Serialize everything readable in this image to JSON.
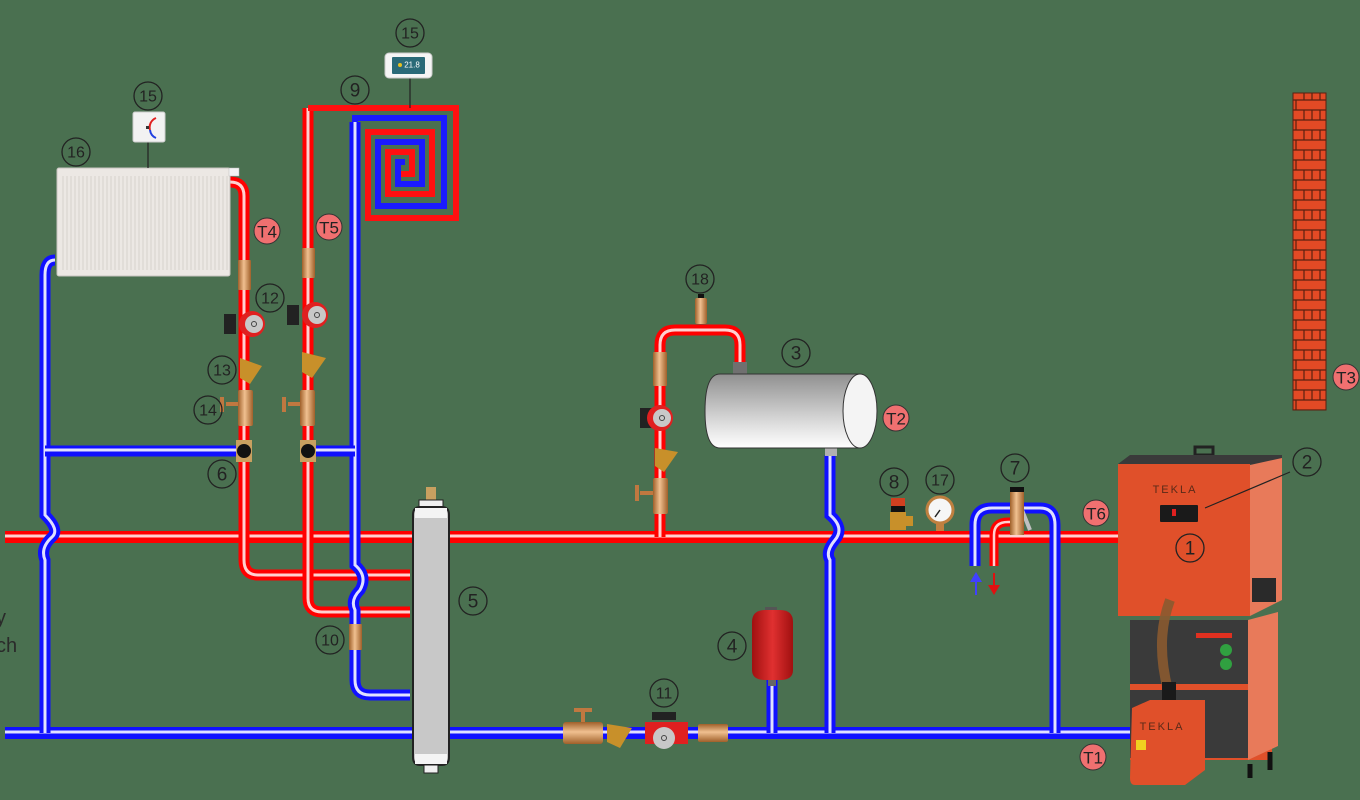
{
  "diagram": {
    "title": "Boiler heating system schematic",
    "side_text": {
      "line1": "y",
      "line2": "ch"
    },
    "colors": {
      "background": "#4a7050",
      "supply_pipe": "#ff1010",
      "return_pipe": "#1a1aff",
      "boiler": "#e0502a",
      "brass": "#c8894a",
      "sensor_badge": "#f07070",
      "wall": "#e34a25"
    },
    "components": [
      {
        "id": "1",
        "label": "1",
        "name": "Pellet boiler"
      },
      {
        "id": "2",
        "label": "2",
        "name": "Boiler controller"
      },
      {
        "id": "3",
        "label": "3",
        "name": "Hot water tank"
      },
      {
        "id": "4",
        "label": "4",
        "name": "Expansion vessel"
      },
      {
        "id": "5",
        "label": "5",
        "name": "Hydraulic separator"
      },
      {
        "id": "6",
        "label": "6",
        "name": "Three-way mixing valve"
      },
      {
        "id": "7",
        "label": "7",
        "name": "Thermal valve"
      },
      {
        "id": "8",
        "label": "8",
        "name": "Safety valve"
      },
      {
        "id": "9",
        "label": "9",
        "name": "Underfloor heating loop"
      },
      {
        "id": "10",
        "label": "10",
        "name": "Check valve"
      },
      {
        "id": "11",
        "label": "11",
        "name": "Boiler circulation pump"
      },
      {
        "id": "12",
        "label": "12",
        "name": "Circulation pump"
      },
      {
        "id": "13",
        "label": "13",
        "name": "Strainer"
      },
      {
        "id": "14",
        "label": "14",
        "name": "Ball valve"
      },
      {
        "id": "15a",
        "label": "15",
        "name": "Room thermostat (radiator)"
      },
      {
        "id": "15b",
        "label": "15",
        "name": "Room thermostat (floor)"
      },
      {
        "id": "16",
        "label": "16",
        "name": "Radiator"
      },
      {
        "id": "17",
        "label": "17",
        "name": "Pressure gauge"
      },
      {
        "id": "18",
        "label": "18",
        "name": "Air vent"
      }
    ],
    "sensors": [
      {
        "id": "T1",
        "label": "T1"
      },
      {
        "id": "T2",
        "label": "T2"
      },
      {
        "id": "T3",
        "label": "T3"
      },
      {
        "id": "T4",
        "label": "T4"
      },
      {
        "id": "T5",
        "label": "T5"
      },
      {
        "id": "T6",
        "label": "T6"
      }
    ],
    "thermostat_display": "21.8",
    "boiler_brand": "TEKLA",
    "burner_brand": "TEKLA"
  }
}
